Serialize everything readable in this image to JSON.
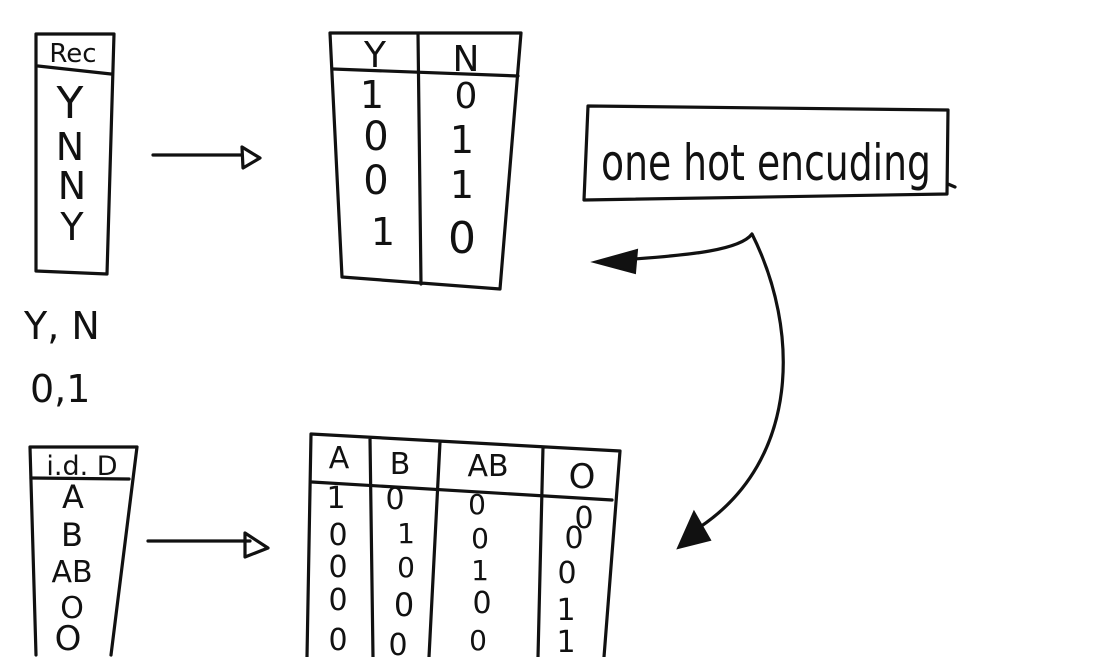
{
  "colors": {
    "ink": "#111111",
    "background": "#ffffff"
  },
  "rec_table": {
    "header": "Rec",
    "values": [
      "Y",
      "N",
      "N",
      "Y"
    ]
  },
  "yn_table": {
    "columns": [
      {
        "header": "Y",
        "values": [
          "1",
          "0",
          "0",
          "1"
        ]
      },
      {
        "header": "N",
        "values": [
          "0",
          "1",
          "1",
          "0"
        ]
      }
    ]
  },
  "encoding_box": {
    "label": "one hot encuding"
  },
  "notes": {
    "line1": "Y, N",
    "line2": "0,1"
  },
  "blood_table": {
    "header": "i.d. D",
    "values": [
      "A",
      "B",
      "AB",
      "O",
      "O"
    ]
  },
  "blood_onehot_table": {
    "columns": [
      {
        "header": "A",
        "values": [
          "1",
          "0",
          "0",
          "0",
          "0"
        ]
      },
      {
        "header": "B",
        "values": [
          "0",
          "1",
          "0",
          "0",
          "0"
        ]
      },
      {
        "header": "AB",
        "values": [
          "0",
          "0",
          "1",
          "0",
          "0"
        ]
      },
      {
        "header": "O",
        "values": [
          "0",
          "0",
          "0",
          "1",
          "1"
        ]
      }
    ]
  }
}
